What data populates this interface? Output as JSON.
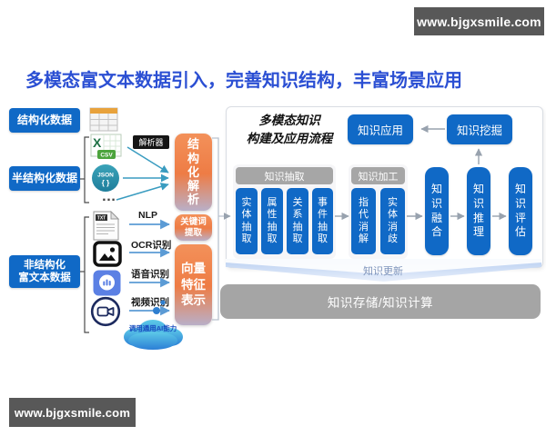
{
  "watermarks": {
    "top": "www.bjgxsmile.com",
    "bottom": "www.bjgxsmile.com"
  },
  "title": "多模态富文本数据引入，完善知识结构，丰富场景应用",
  "data_sources": {
    "structured": {
      "label": "结构化数据"
    },
    "semi_structured": {
      "label": "半结构化数据",
      "parser_tag": "解析器",
      "ellipsis": "…"
    },
    "unstructured": {
      "label": "非结构化\n富文本数据",
      "methods": [
        {
          "icon": "txt-file-icon",
          "label": "NLP"
        },
        {
          "icon": "image-icon",
          "label": "OCR识别"
        },
        {
          "icon": "audio-icon",
          "label": "语音识别"
        },
        {
          "icon": "video-icon",
          "label": "视频识别"
        }
      ]
    }
  },
  "processors": {
    "structural_parsing": "结构化解析",
    "keyword_extraction": "关键词提取",
    "vector_feature": "向量特征表示"
  },
  "cloud_label": "调用通用AI能力",
  "pipeline": {
    "panel_title": "多模态知识\n构建及应用流程",
    "application": "知识应用",
    "mining": "知识挖掘",
    "extraction_group": {
      "header": "知识抽取",
      "items": [
        "实体抽取",
        "属性抽取",
        "关系抽取",
        "事件抽取"
      ]
    },
    "processing_group": {
      "header": "知识加工",
      "items": [
        "指代消解",
        "实体消歧"
      ]
    },
    "stages": [
      "知识融合",
      "知识推理",
      "知识评估"
    ],
    "update": "知识更新",
    "storage": "知识存储/知识计算"
  },
  "icon_glyphs": {
    "excel_x": "X",
    "csv": "CSV",
    "json_line1": "JSON",
    "json_line2": "{ }",
    "txt": "TXT"
  },
  "colors": {
    "primary_blue": "#1069c6",
    "title_blue": "#2b4fd3",
    "orange": "#ee7c45",
    "gray_header": "#a6a6a6",
    "teal_arrow": "#3a9cc0",
    "blue_arrow": "#5b9bd5"
  }
}
